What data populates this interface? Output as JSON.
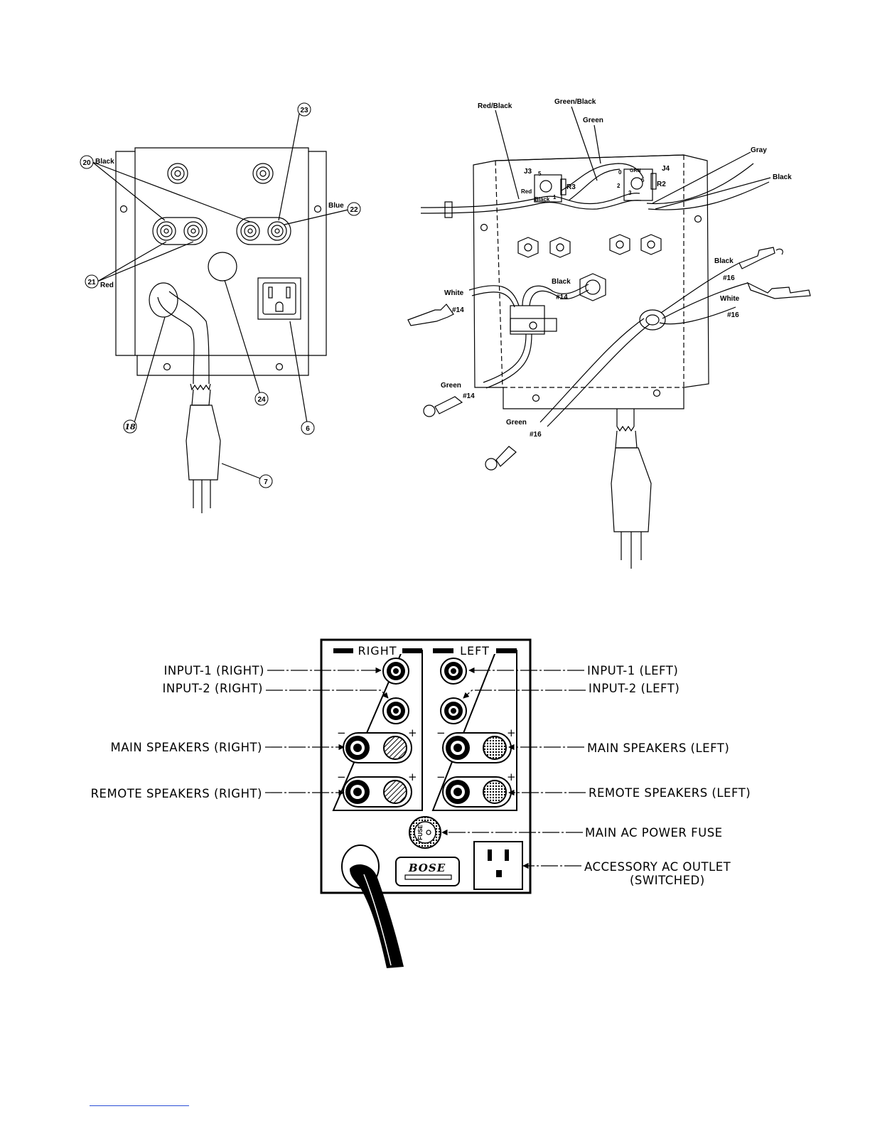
{
  "colors": {
    "ink": "#000000",
    "paper": "#ffffff",
    "footer_rule": "#2a4fd6"
  },
  "fig_left": {
    "callouts": {
      "c23": "23",
      "c20": "20",
      "c22": "22",
      "c21": "21",
      "c24": "24",
      "c18": "18",
      "c6": "6",
      "c7": "7"
    },
    "labels": {
      "black": "Black",
      "blue": "Blue",
      "red": "Red"
    }
  },
  "fig_right": {
    "labels": {
      "red_black": "Red/Black",
      "green_black": "Green/Black",
      "green_top": "Green",
      "gray": "Gray",
      "black_right": "Black",
      "j3": "J3",
      "j4": "J4",
      "r3": "R3",
      "r2": "R2",
      "red_small": "Red",
      "black_small": "Black",
      "grn_small": "GRN",
      "black_fuse": "Black",
      "fuse_gauge": "#14",
      "white_left": "White",
      "white_left_gauge": "#14",
      "green_left": "Green",
      "green_left_gauge": "#14",
      "black_outlet": "Black",
      "black_outlet_gauge": "#16",
      "white_outlet": "White",
      "white_outlet_gauge": "#16",
      "green_bottom": "Green",
      "green_bottom_gauge": "#16",
      "pin5": "5",
      "pin2": "2",
      "pin3": "3",
      "pin0": "0",
      "pin6": "6",
      "pin1": "1"
    }
  },
  "panel": {
    "right_header": "RIGHT",
    "left_header": "LEFT",
    "minus": "−",
    "plus": "+",
    "fuse_text": "FUSE",
    "logo": "BOSE",
    "labels": {
      "input1_right": "INPUT-1 (RIGHT)",
      "input2_right": "INPUT-2 (RIGHT)",
      "main_right": "MAIN SPEAKERS (RIGHT)",
      "remote_right": "REMOTE SPEAKERS (RIGHT)",
      "input1_left": "INPUT-1 (LEFT)",
      "input2_left": "INPUT-2 (LEFT)",
      "main_left": "MAIN SPEAKERS (LEFT)",
      "remote_left": "REMOTE SPEAKERS (LEFT)",
      "fuse": "MAIN AC POWER FUSE",
      "outlet_line1": "ACCESSORY AC OUTLET",
      "outlet_line2": "(SWITCHED)"
    }
  }
}
